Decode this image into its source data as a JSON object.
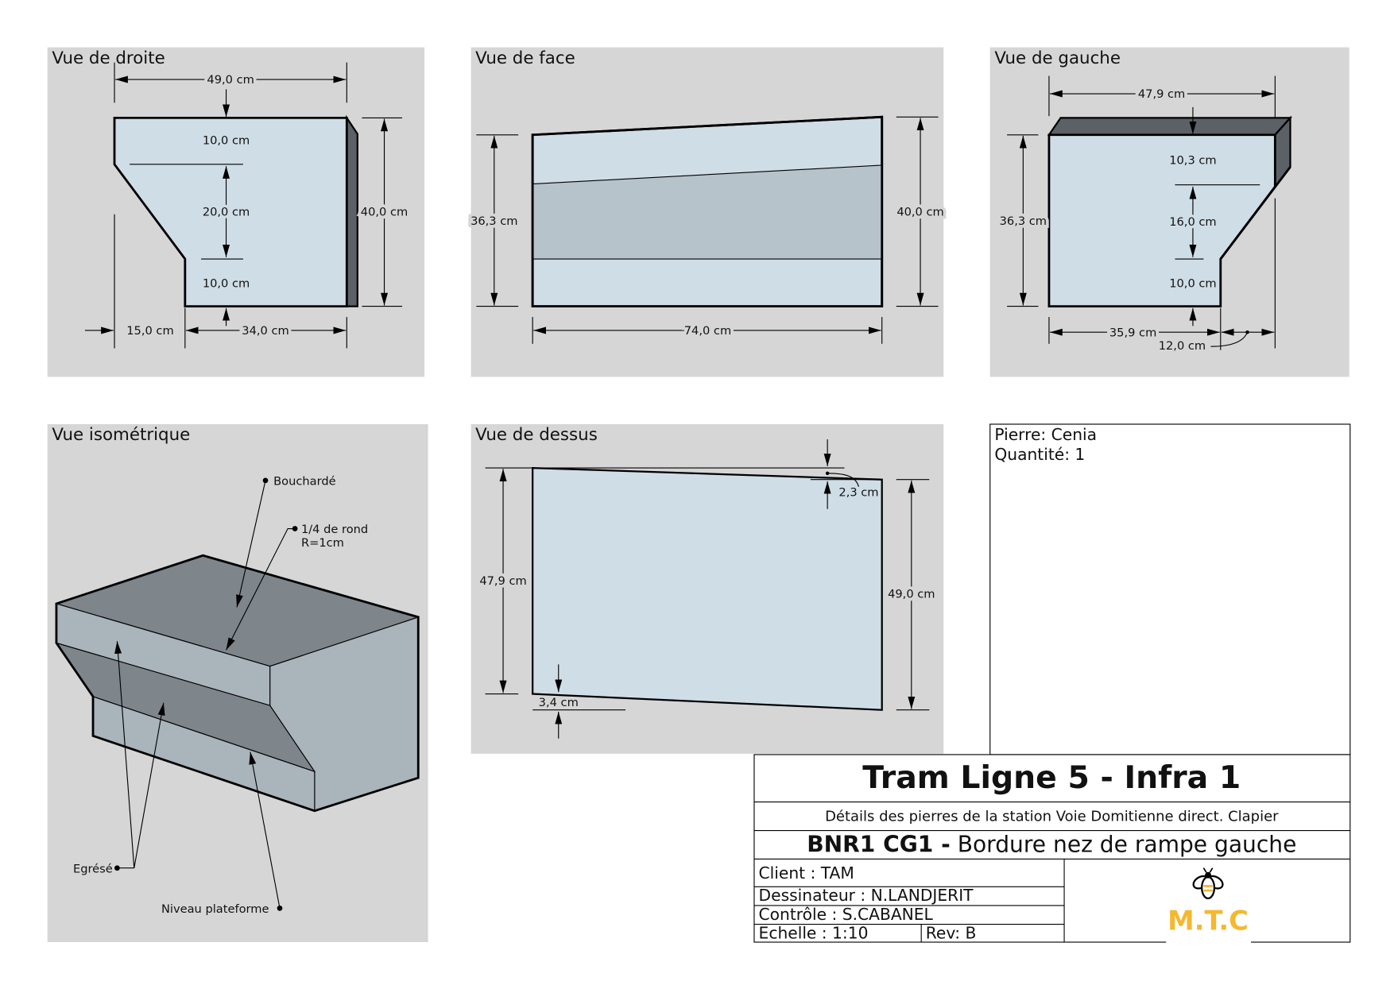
{
  "views": {
    "right": {
      "title": "Vue de droite",
      "dims": {
        "width_top": "49,0 cm",
        "seg_top": "10,0 cm",
        "seg_mid": "20,0 cm",
        "seg_bot": "10,0 cm",
        "height": "40,0 cm",
        "offset": "15,0 cm",
        "width_bottom": "34,0 cm"
      }
    },
    "front": {
      "title": "Vue de face",
      "dims": {
        "height_left": "36,3 cm",
        "height_right": "40,0 cm",
        "length": "74,0 cm"
      }
    },
    "left": {
      "title": "Vue de gauche",
      "dims": {
        "width_top": "47,9 cm",
        "seg_top": "10,3 cm",
        "seg_mid": "16,0 cm",
        "seg_bot": "10,0 cm",
        "height": "36,3 cm",
        "width_bottom": "35,9 cm",
        "offset": "12,0 cm"
      }
    },
    "iso": {
      "title": "Vue isométrique",
      "callouts": {
        "boucharde": "Bouchardé",
        "quart_rond": "1/4 de rond",
        "radius": "R=1cm",
        "egrese": "Egrésé",
        "niveau": "Niveau plateforme"
      }
    },
    "top": {
      "title": "Vue de dessus",
      "dims": {
        "width_left": "47,9 cm",
        "width_right": "49,0 cm",
        "offset_top": "2,3 cm",
        "offset_bottom": "3,4 cm"
      }
    }
  },
  "info": {
    "stone": "Pierre: Cenia",
    "quantity": "Quantité: 1"
  },
  "title_block": {
    "project": "Tram Ligne 5 - Infra 1",
    "subtitle": "Détails des pierres de la station Voie Domitienne direct. Clapier",
    "ref_code": "BNR1 CG1 -",
    "ref_name": " Bordure nez de rampe gauche",
    "client": "Client : TAM",
    "designer": "Dessinateur : N.LANDJERIT",
    "checker": "Contrôle : S.CABANEL",
    "scale": "Echelle : 1:10",
    "revision": "Rev: B",
    "logo_text": "M.T.C",
    "logo_color": "#f5b82e"
  }
}
